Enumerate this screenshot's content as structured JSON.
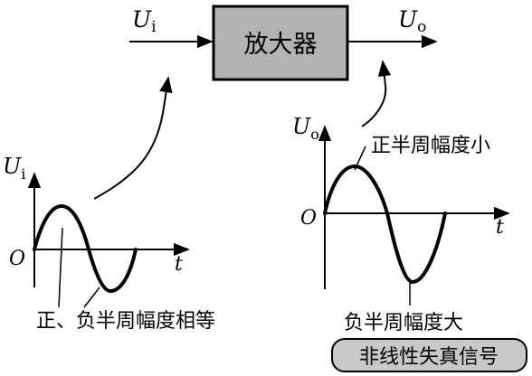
{
  "amplifier": {
    "label": "放大器",
    "fill_color": "#b3b3b3"
  },
  "input": {
    "symbol": "U",
    "subscript": "i"
  },
  "output": {
    "symbol": "U",
    "subscript": "o"
  },
  "left_graph": {
    "y_symbol": "U",
    "y_subscript": "i",
    "origin": "O",
    "x_label": "t",
    "annotation": "正、负半周幅度相等"
  },
  "right_graph": {
    "y_symbol": "U",
    "y_subscript": "o",
    "origin": "O",
    "x_label": "t",
    "annotation_top": "正半周幅度小",
    "annotation_bottom": "负半周幅度大",
    "badge": "非线性失真信号"
  }
}
